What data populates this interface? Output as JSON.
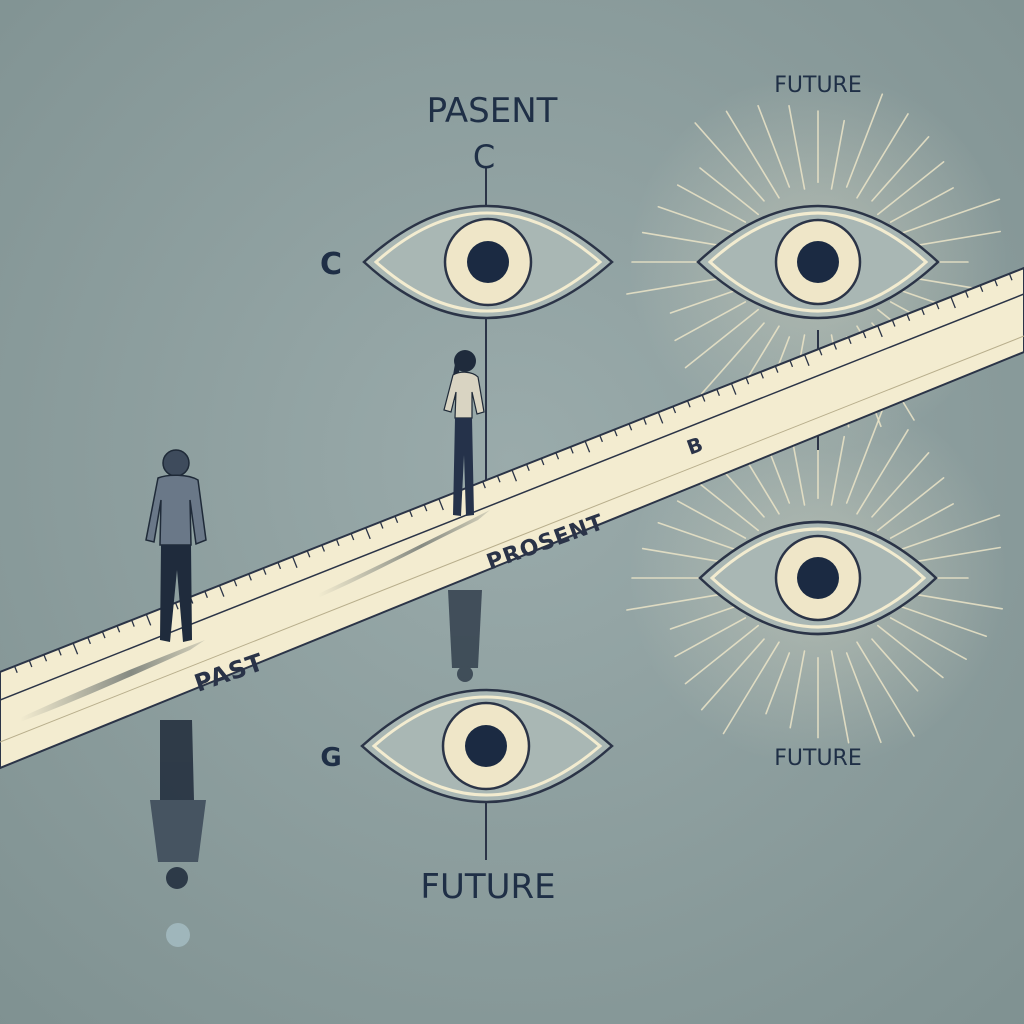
{
  "labels": {
    "top_center": "PASENT",
    "top_center_letter": "C",
    "left_letter_upper": "C",
    "left_letter_lower": "G",
    "top_right": "FUTURE",
    "bottom_center": "FUTURE",
    "bottom_right": "FUTURE"
  },
  "timeline": {
    "past_label": "PAST",
    "present_label": "PROSENT",
    "marker_label": "B"
  },
  "colors": {
    "background": "#8fa0a0",
    "timeline_fill": "#f3ecd0",
    "outline": "#2b3447",
    "pupil": "#1b2a42",
    "iris": "#efe6c8",
    "rays": "#e9e2c4"
  }
}
